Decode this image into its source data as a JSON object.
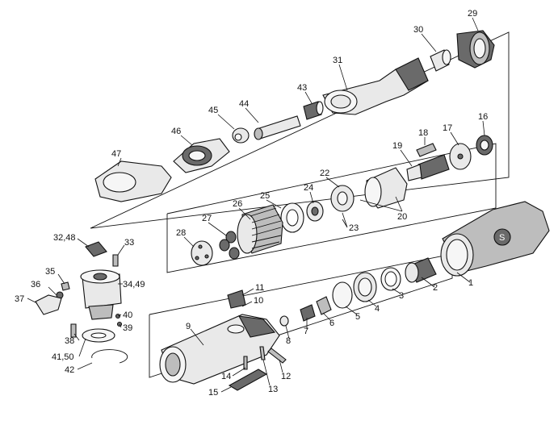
{
  "labels": {
    "l1": "1",
    "l2": "2",
    "l3": "3",
    "l4": "4",
    "l5": "5",
    "l6": "6",
    "l7": "7",
    "l8": "8",
    "l9": "9",
    "l10": "10",
    "l11": "11",
    "l12": "12",
    "l13": "13",
    "l14": "14",
    "l15": "15",
    "l16": "16",
    "l17": "17",
    "l18": "18",
    "l19": "19",
    "l20": "20",
    "l22": "22",
    "l23": "23",
    "l24": "24",
    "l25": "25",
    "l26": "26",
    "l27": "27",
    "l28": "28",
    "l29": "29",
    "l30": "30",
    "l31": "31",
    "l32_48": "32,48",
    "l33": "33",
    "l34_49": "34,49",
    "l35": "35",
    "l36": "36",
    "l37": "37",
    "l38": "38",
    "l39": "39",
    "l40": "40",
    "l41_50": "41,50",
    "l42": "42",
    "l43": "43",
    "l44": "44",
    "l45": "45",
    "l46": "46",
    "l47": "47"
  },
  "logo_glyph": "S"
}
